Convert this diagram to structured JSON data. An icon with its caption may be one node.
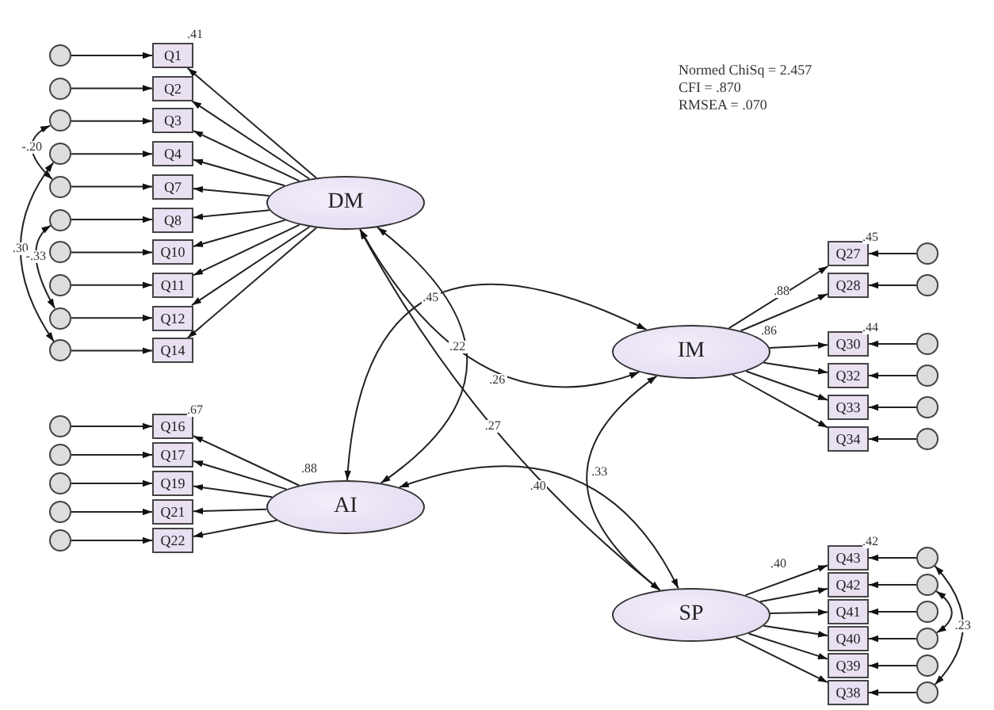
{
  "diagram": {
    "nodes": [
      {
        "text": [
          "DM"
        ]
      },
      {
        "text": [
          "AI"
        ]
      },
      {
        "text": [
          "IM"
        ]
      },
      {
        "text": [
          "SP"
        ]
      },
      {
        "text": [],
        "shape": "circle"
      },
      {
        "text": [
          "Q1"
        ]
      },
      {
        "text": [],
        "shape": "circle"
      },
      {
        "text": [
          "Q2"
        ]
      },
      {
        "text": [],
        "shape": "circle"
      },
      {
        "text": [
          "Q3"
        ]
      },
      {
        "text": [],
        "shape": "circle"
      },
      {
        "text": [
          "Q4"
        ]
      },
      {
        "text": [],
        "shape": "circle"
      },
      {
        "text": [
          "Q7"
        ]
      },
      {
        "text": [],
        "shape": "circle"
      },
      {
        "text": [
          "Q8"
        ]
      },
      {
        "text": [],
        "shape": "circle"
      },
      {
        "text": [
          "Q10"
        ]
      },
      {
        "text": [],
        "shape": "circle"
      },
      {
        "text": [
          "Q11"
        ]
      },
      {
        "text": [],
        "shape": "circle"
      },
      {
        "text": [
          "Q12"
        ]
      },
      {
        "text": [],
        "shape": "circle"
      },
      {
        "text": [
          "Q14"
        ]
      },
      {
        "text": [],
        "shape": "circle"
      },
      {
        "text": [
          "Q16"
        ]
      },
      {
        "text": [],
        "shape": "circle"
      },
      {
        "text": [
          "Q17"
        ]
      },
      {
        "text": [],
        "shape": "circle"
      },
      {
        "text": [
          "Q19"
        ]
      },
      {
        "text": [],
        "shape": "circle"
      },
      {
        "text": [
          "Q21"
        ]
      },
      {
        "text": [],
        "shape": "circle"
      },
      {
        "text": [
          "Q22"
        ]
      },
      {
        "text": [],
        "shape": "circle"
      },
      {
        "text": [
          "Q27"
        ]
      },
      {
        "text": [],
        "shape": "circle"
      },
      {
        "text": [
          "Q28"
        ]
      },
      {
        "text": [],
        "shape": "circle"
      },
      {
        "text": [
          "Q30"
        ]
      },
      {
        "text": [],
        "shape": "circle"
      },
      {
        "text": [
          "Q32"
        ]
      },
      {
        "text": [],
        "shape": "circle"
      },
      {
        "text": [
          "Q33"
        ]
      },
      {
        "text": [],
        "shape": "circle"
      },
      {
        "text": [
          "Q34"
        ]
      },
      {
        "text": [],
        "shape": "circle"
      },
      {
        "text": [
          "Q43"
        ]
      },
      {
        "text": [],
        "shape": "circle"
      },
      {
        "text": [
          "Q42"
        ]
      },
      {
        "text": [],
        "shape": "circle"
      },
      {
        "text": [
          "Q41"
        ]
      },
      {
        "text": [],
        "shape": "circle"
      },
      {
        "text": [
          "Q40"
        ]
      },
      {
        "text": [],
        "shape": "circle"
      },
      {
        "text": [
          "Q39"
        ]
      },
      {
        "text": [],
        "shape": "circle"
      },
      {
        "text": [
          "Q38"
        ]
      }
    ],
    "edges": [
      {
        "from": 4,
        "to": 5,
        "arrow": "to"
      },
      {
        "from": 0,
        "to": 5,
        "arrow": "to"
      },
      {
        "from": 6,
        "to": 7,
        "arrow": "to"
      },
      {
        "from": 0,
        "to": 7,
        "arrow": "to"
      },
      {
        "from": 8,
        "to": 9,
        "arrow": "to"
      },
      {
        "from": 0,
        "to": 9,
        "arrow": "to"
      },
      {
        "from": 10,
        "to": 11,
        "arrow": "to"
      },
      {
        "from": 0,
        "to": 11,
        "arrow": "to"
      },
      {
        "from": 12,
        "to": 13,
        "arrow": "to"
      },
      {
        "from": 0,
        "to": 13,
        "arrow": "to"
      },
      {
        "from": 14,
        "to": 15,
        "arrow": "to"
      },
      {
        "from": 0,
        "to": 15,
        "arrow": "to"
      },
      {
        "from": 16,
        "to": 17,
        "arrow": "to"
      },
      {
        "from": 0,
        "to": 17,
        "arrow": "to"
      },
      {
        "from": 18,
        "to": 19,
        "arrow": "to"
      },
      {
        "from": 0,
        "to": 19,
        "arrow": "to"
      },
      {
        "from": 20,
        "to": 21,
        "arrow": "to"
      },
      {
        "from": 0,
        "to": 21,
        "arrow": "to"
      },
      {
        "from": 22,
        "to": 23,
        "arrow": "to"
      },
      {
        "from": 0,
        "to": 23,
        "arrow": "to"
      },
      {
        "from": 24,
        "to": 25,
        "arrow": "to"
      },
      {
        "from": 1,
        "to": 25,
        "arrow": "to"
      },
      {
        "from": 26,
        "to": 27,
        "arrow": "to"
      },
      {
        "from": 1,
        "to": 27,
        "arrow": "to"
      },
      {
        "from": 28,
        "to": 29,
        "arrow": "to"
      },
      {
        "from": 1,
        "to": 29,
        "arrow": "to"
      },
      {
        "from": 30,
        "to": 31,
        "arrow": "to"
      },
      {
        "from": 1,
        "to": 31,
        "arrow": "to"
      },
      {
        "from": 32,
        "to": 33,
        "arrow": "to"
      },
      {
        "from": 1,
        "to": 33,
        "arrow": "to"
      },
      {
        "from": 34,
        "to": 35,
        "arrow": "to"
      },
      {
        "from": 2,
        "to": 35,
        "arrow": "to"
      },
      {
        "from": 36,
        "to": 37,
        "arrow": "to"
      },
      {
        "from": 2,
        "to": 37,
        "arrow": "to"
      },
      {
        "from": 38,
        "to": 39,
        "arrow": "to"
      },
      {
        "from": 2,
        "to": 39,
        "arrow": "to"
      },
      {
        "from": 40,
        "to": 41,
        "arrow": "to"
      },
      {
        "from": 2,
        "to": 41,
        "arrow": "to"
      },
      {
        "from": 42,
        "to": 43,
        "arrow": "to"
      },
      {
        "from": 2,
        "to": 43,
        "arrow": "to"
      },
      {
        "from": 44,
        "to": 45,
        "arrow": "to"
      },
      {
        "from": 2,
        "to": 45,
        "arrow": "to"
      },
      {
        "from": 46,
        "to": 47,
        "arrow": "to"
      },
      {
        "from": 3,
        "to": 47,
        "arrow": "to"
      },
      {
        "from": 48,
        "to": 49,
        "arrow": "to"
      },
      {
        "from": 3,
        "to": 49,
        "arrow": "to"
      },
      {
        "from": 50,
        "to": 51,
        "arrow": "to"
      },
      {
        "from": 3,
        "to": 51,
        "arrow": "to"
      },
      {
        "from": 52,
        "to": 53,
        "arrow": "to"
      },
      {
        "from": 3,
        "to": 53,
        "arrow": "to"
      },
      {
        "from": 54,
        "to": 55,
        "arrow": "to"
      },
      {
        "from": 3,
        "to": 55,
        "arrow": "to"
      },
      {
        "from": 56,
        "to": 57,
        "arrow": "to"
      },
      {
        "from": 3,
        "to": 57,
        "arrow": "to"
      },
      {
        "from": 0,
        "to": 1,
        "arrow": "both",
        "label": ".22"
      },
      {
        "from": 0,
        "to": 2,
        "arrow": "both",
        "label": ".26"
      },
      {
        "from": 0,
        "to": 3,
        "arrow": "both",
        "label": ".27"
      },
      {
        "from": 1,
        "to": 2,
        "arrow": "both",
        "label": ".45"
      },
      {
        "from": 1,
        "to": 3,
        "arrow": "both",
        "label": ".40"
      },
      {
        "from": 2,
        "to": 3,
        "arrow": "both",
        "label": ".33"
      },
      {
        "from": 8,
        "to": 12,
        "arrow": "both",
        "label": "-.20"
      },
      {
        "from": 10,
        "to": 22,
        "arrow": "both",
        "label": ".30"
      },
      {
        "from": 14,
        "to": 20,
        "arrow": "both",
        "label": "-.33"
      },
      {
        "from": 46,
        "to": 56,
        "arrow": "both",
        "label": ".23"
      },
      {
        "from": 48,
        "to": 52,
        "arrow": "both"
      }
    ],
    "labels": [
      "Normed ChiSq = 2.457",
      "CFI = .870",
      "RMSEA = .070",
      ".41",
      ".67",
      ".45",
      ".44",
      ".42",
      ".88",
      ".88",
      ".86",
      ".40"
    ]
  }
}
